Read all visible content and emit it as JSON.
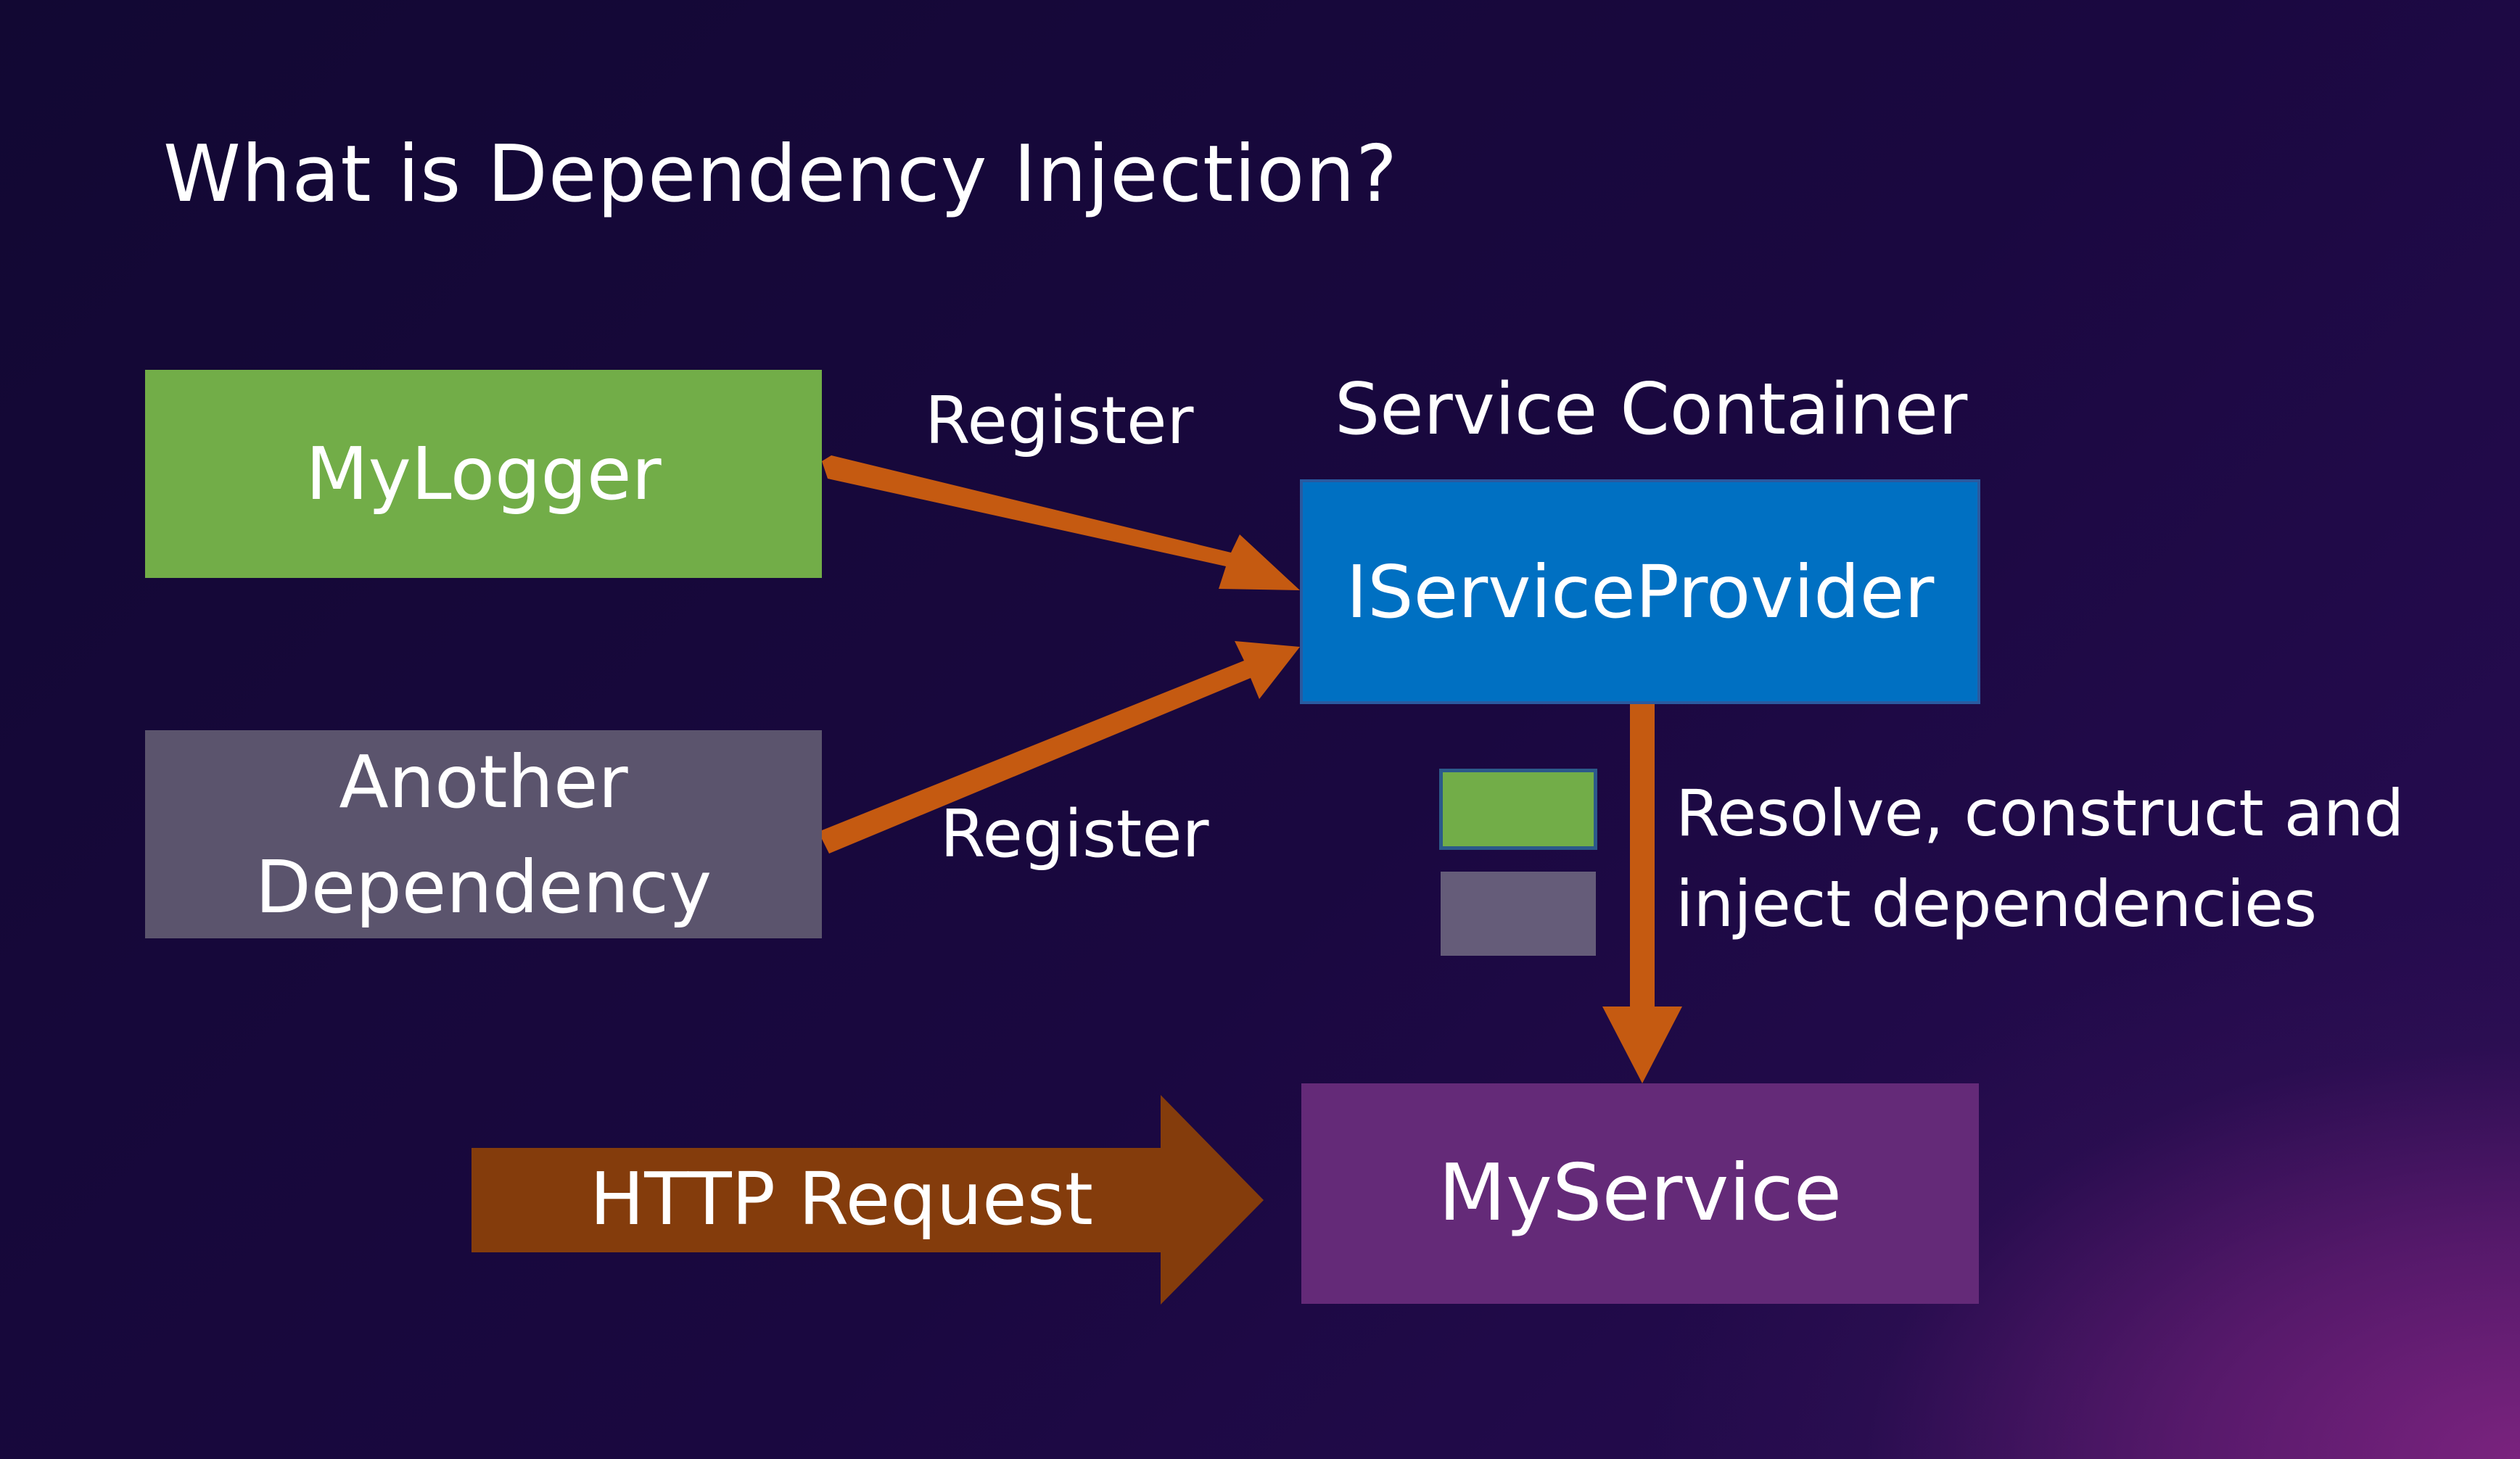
{
  "slide": {
    "title": "What is Dependency Injection?"
  },
  "nodes": {
    "mylogger": "MyLogger",
    "another_dependency_line1": "Another",
    "another_dependency_line2": "Dependency",
    "service_provider": "IServiceProvider",
    "my_service": "MyService"
  },
  "labels": {
    "register_top": "Register",
    "register_bottom": "Register",
    "service_container": "Service Container",
    "resolve_line1": "Resolve, construct and",
    "resolve_line2": "inject dependencies",
    "http_request": "HTTP Request"
  },
  "colors": {
    "mylogger": "#72ad48",
    "another_dependency": "#5b546d",
    "service_provider": "#0070c2",
    "my_service": "#642a78",
    "arrow_orange": "#c55a11",
    "http_arrow": "#843c0c"
  }
}
